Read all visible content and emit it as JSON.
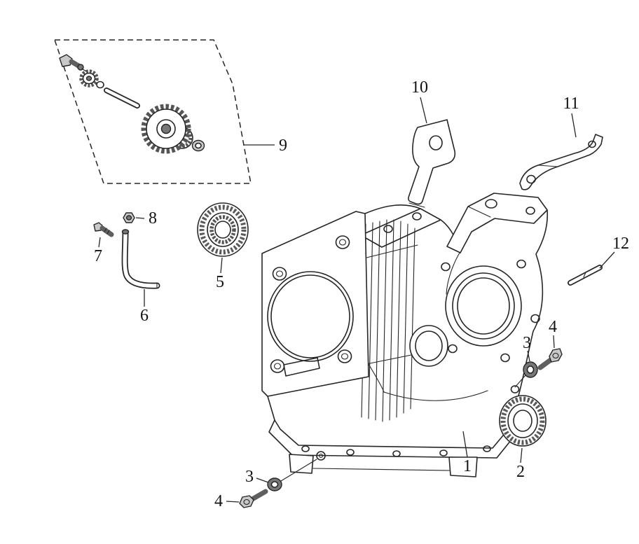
{
  "figure": {
    "kind": "exploded-parts-diagram",
    "background_color": "#ffffff",
    "line_color": "#262626",
    "label_color": "#111111"
  },
  "callouts": [
    {
      "label": "1"
    },
    {
      "label": "2"
    },
    {
      "label": "3"
    },
    {
      "label": "4"
    },
    {
      "label": "3"
    },
    {
      "label": "4"
    },
    {
      "label": "5"
    },
    {
      "label": "6"
    },
    {
      "label": "7"
    },
    {
      "label": "8"
    },
    {
      "label": "9"
    },
    {
      "label": "10"
    },
    {
      "label": "11"
    },
    {
      "label": "12"
    }
  ]
}
